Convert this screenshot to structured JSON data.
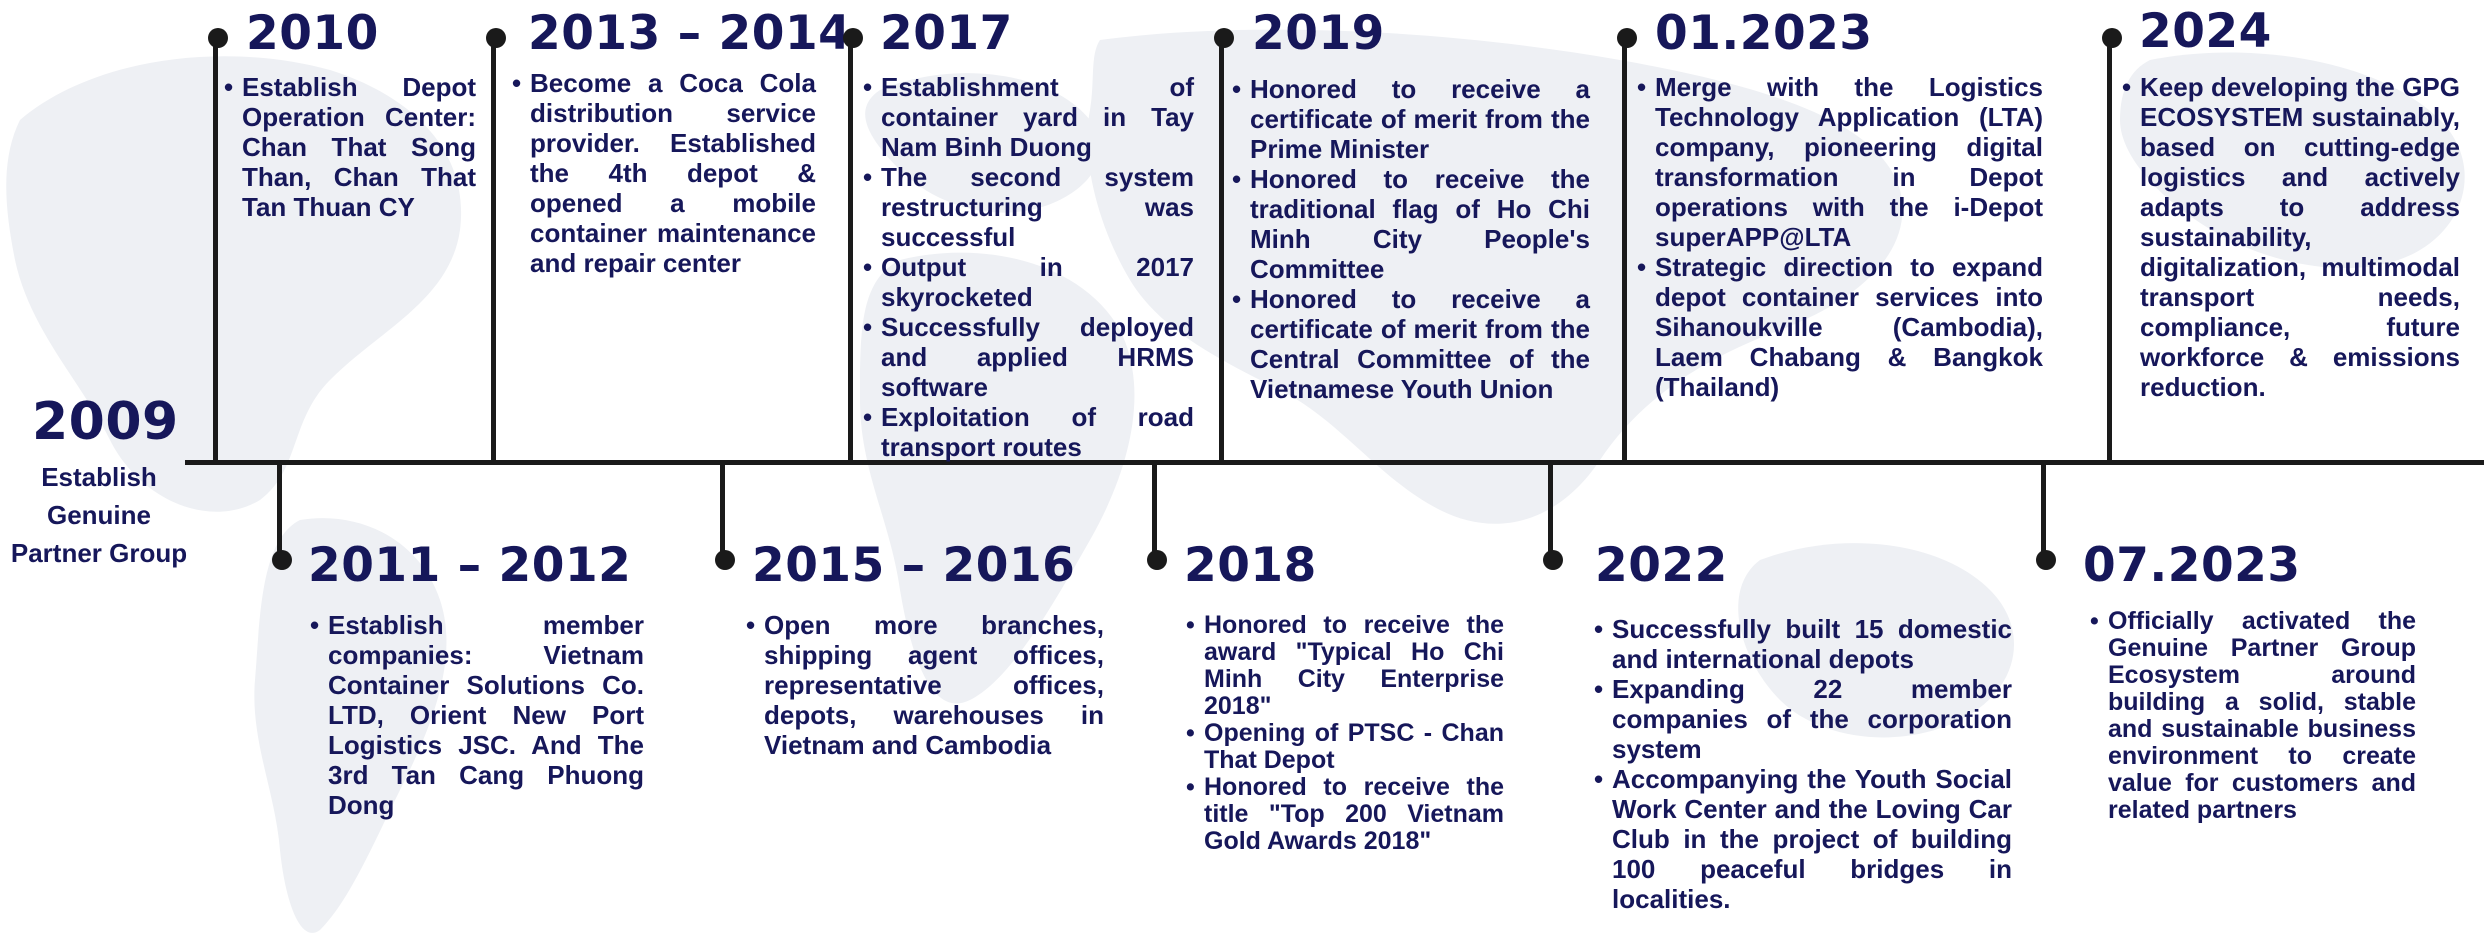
{
  "start": {
    "year": "2009",
    "text": "Establish Genuine Partner Group"
  },
  "top_events": [
    {
      "year": "2010",
      "items": [
        "Establish Depot Operation Center: Chan That Song Than, Chan That Tan Thuan CY"
      ]
    },
    {
      "year": "2013 – 2014",
      "items": [
        "Become a Coca Cola distribution service provider. Established the 4th depot & opened a mobile container maintenance and repair center"
      ]
    },
    {
      "year": "2017",
      "items": [
        "Establishment of container yard in Tay Nam Binh Duong",
        "The second system restructuring was successful",
        "Output in 2017 skyrocketed",
        "Successfully deployed and applied HRMS software",
        "Exploitation of road transport routes"
      ]
    },
    {
      "year": "2019",
      "items": [
        "Honored to receive a certificate of merit from the Prime Minister",
        "Honored to receive the traditional flag of Ho Chi Minh City People's Committee",
        "Honored to receive a certificate of merit from the Central Committee of the Vietnamese Youth Union"
      ]
    },
    {
      "year": "01.2023",
      "items": [
        "Merge with the Logistics Technology Application (LTA) company, pioneering digital transformation in Depot operations with the i-Depot superAPP@LTA",
        "Strategic direction to expand depot container services into Sihanoukville (Cambodia), Laem Chabang & Bangkok (Thailand)"
      ]
    },
    {
      "year": "2024",
      "items": [
        "Keep developing the GPG ECOSYSTEM sustainably, based on cutting-edge logistics and actively adapts to address sustainability, digitalization, multimodal transport needs, compliance, future workforce & emissions reduction."
      ]
    }
  ],
  "bottom_events": [
    {
      "year": "2011 – 2012",
      "items": [
        "Establish member companies: Vietnam Container Solutions Co. LTD, Orient New Port Logistics JSC. And The 3rd Tan Cang Phuong Dong"
      ]
    },
    {
      "year": "2015 – 2016",
      "items": [
        "Open more branches, shipping agent offices, representative offices, depots, warehouses in Vietnam and Cambodia"
      ]
    },
    {
      "year": "2018",
      "items": [
        "Honored to receive the award \"Typical Ho Chi Minh City Enterprise 2018\"",
        "Opening of PTSC - Chan That Depot",
        "Honored to receive the title \"Top 200 Vietnam Gold Awards 2018\""
      ]
    },
    {
      "year": "2022",
      "items": [
        "Successfully built 15 domestic and international depots",
        "Expanding 22 member companies of the corporation system",
        "Accompanying the Youth Social Work Center and the Loving Car Club in the project of building 100 peaceful bridges in localities."
      ]
    },
    {
      "year": "07.2023",
      "items": [
        "Officially activated the Genuine Partner Group Ecosystem around building a solid, stable and sustainable business environment to create value for customers and related partners"
      ]
    }
  ]
}
